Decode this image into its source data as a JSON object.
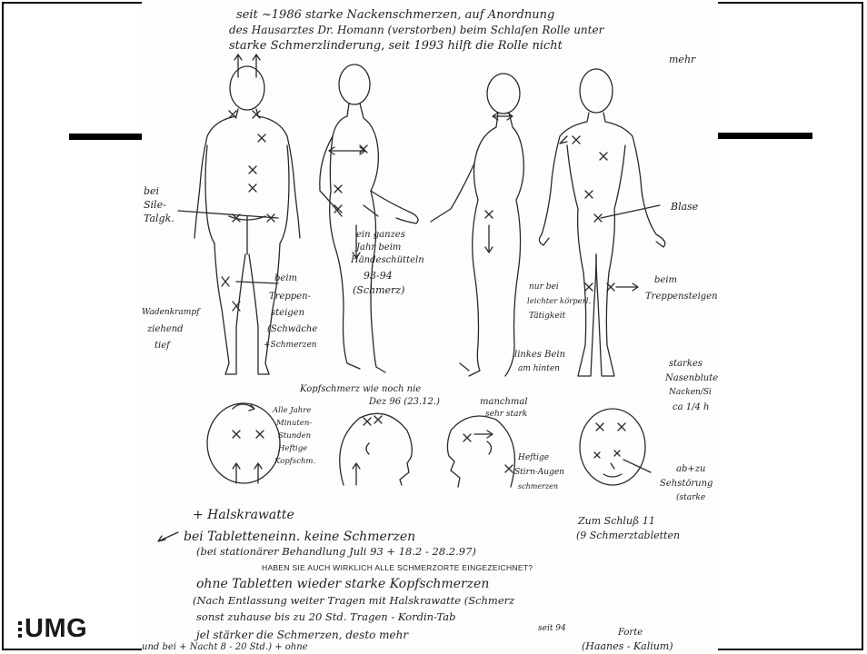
{
  "logo": {
    "text": "UMG"
  },
  "handwriting": {
    "header_line1": "seit ~1986 starke Nackenschmerzen, auf Anordnung",
    "header_line2": "des Hausarztes Dr. Homann (verstorben) beim Schlafen Rolle unter",
    "header_line3": "starke Schmerzlinderung, seit 1993 hilft die Rolle nicht",
    "header_line4": "mehr",
    "label_bei": "bei",
    "label_sile": "Sile-",
    "label_talgk": "Talgk.",
    "label_ein_ganzes": "ein ganzes",
    "label_jahr": "Jahr beim",
    "label_haendeschuetteln": "Händeschütteln",
    "label_9394": "93-94",
    "label_schmerz": "(Schmerz)",
    "label_beim1": "beim",
    "label_treppen": "Treppen-",
    "label_steigen": "steigen",
    "label_schwaeche": "(Schwäche",
    "label_schmerzen": "+Schmerzen",
    "label_wadenkrampf": "Wadenkrampf",
    "label_ziehend": "ziehend",
    "label_tief": "tief",
    "label_nur_bei": "nur bei",
    "label_koerperl": "leichter körperl.",
    "label_taetigkeit": "Tätigkeit",
    "label_linkes_bein": "linkes Bein",
    "label_am_hinten": "am hinten",
    "label_blase": "Blase",
    "label_beim2": "beim",
    "label_treppensteigen": "Treppensteigen",
    "label_kopfschmerz_nie": "Kopfschmerz wie noch nie",
    "label_dez96": "Dez 96 (23.12.)",
    "label_manchmal": "manchmal",
    "label_sehr_stark": "sehr stark",
    "label_alle_jahre": "Alle Jahre",
    "label_minuten": "Minuten-",
    "label_stunden": "Stunden",
    "label_heftige": "Heftige",
    "label_kopfschm": "Kopfschm.",
    "label_heftige_stirn": "Heftige",
    "label_stirn_augen": "Stirn-Augen",
    "label_schmerzen2": "schmerzen",
    "label_starkes": "starkes",
    "label_nasenbluten": "Nasenbluten",
    "label_nacken": "Nacken/Si",
    "label_ca": "ca 1/4 h",
    "label_ab_zu": "ab+zu",
    "label_sehstoerung": "Sehstörung",
    "label_starke": "(starke",
    "label_halskrawatte": "+ Halskrawatte",
    "label_bei_tabletten": "bei Tabletteneinn. keine Schmerzen",
    "label_zum_schluss": "Zum Schluß 11",
    "label_9_schmerz": "(9 Schmerztabletten",
    "label_stationaer": "(bei stationärer Behandlung Juli 93 + 18.2 - 28.2.97)",
    "label_ohne": "ohne Tabletten wieder starke Kopfschmerzen",
    "label_nach": "(Nach Entlassung weiter Tragen mit Halskrawatte (Schmerz",
    "label_sonst": "sonst zuhause bis zu 20 Std. Tragen - Kordin-Tab",
    "label_jel": "jel stärker die Schmerzen, desto mehr",
    "label_seit94": "seit 94",
    "label_forte": "Forte",
    "label_und": "und bei + Nacht 8 - 20 Std.) + ohne",
    "label_haanes": "(Haanes - Kalium)"
  },
  "caption": {
    "question": "HABEN SIE AUCH WIRKLICH ALLE SCHMERZORTE EINGEZEICHNET?"
  }
}
